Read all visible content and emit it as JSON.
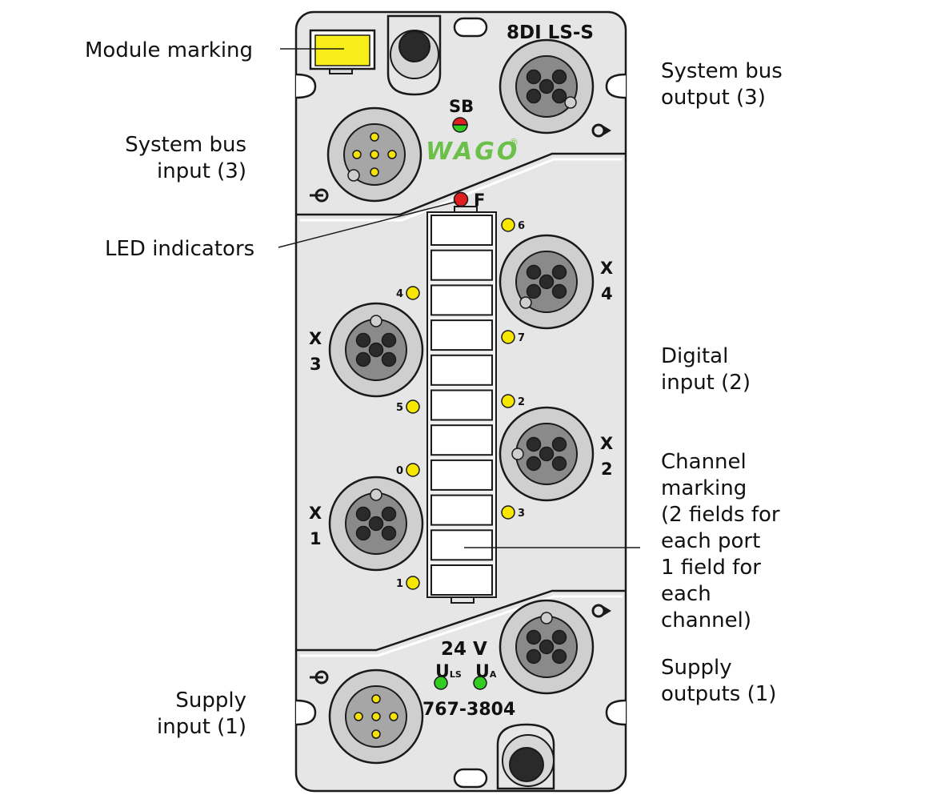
{
  "module": {
    "name": "8DI LS-S",
    "brand": "WAGO",
    "brand_mark": "®",
    "part_number": "767-3804",
    "voltage": "24 V"
  },
  "leds": {
    "sb": "SB",
    "f": "F",
    "ls_u": "U",
    "ls_sub": "LS",
    "a_u": "U",
    "a_sub": "A",
    "channels": [
      "0",
      "1",
      "2",
      "3",
      "4",
      "5",
      "6",
      "7"
    ]
  },
  "ports": {
    "x1": [
      "X",
      "1"
    ],
    "x2": [
      "X",
      "2"
    ],
    "x3": [
      "X",
      "3"
    ],
    "x4": [
      "X",
      "4"
    ]
  },
  "callouts": {
    "module_marking": [
      "Module marking"
    ],
    "system_bus_input": [
      "System bus",
      "input (3)"
    ],
    "led_indicators": [
      "LED indicators"
    ],
    "supply_input": [
      "Supply",
      "input (1)"
    ],
    "system_bus_output": [
      "System bus",
      "output (3)"
    ],
    "digital_input": [
      "Digital",
      "input (2)"
    ],
    "channel_marking": [
      "Channel",
      "marking",
      "(2 fields for",
      "each port",
      "1 field for",
      "each",
      "channel)"
    ],
    "supply_outputs": [
      "Supply",
      "outputs (1)"
    ]
  },
  "colors": {
    "housing": "#e6e6e6",
    "outline": "#1a1a1a",
    "connector_ring": "#cfcfcf",
    "connector_face": "#8a8a8a",
    "pin_dark": "#2a2a2a",
    "pin_yellow": "#f4e20a",
    "led_yellow": "#f7e600",
    "led_red": "#e02020",
    "led_green": "#33cc22",
    "brand_green": "#6cc04a",
    "module_marking": "#f7ee1a"
  }
}
